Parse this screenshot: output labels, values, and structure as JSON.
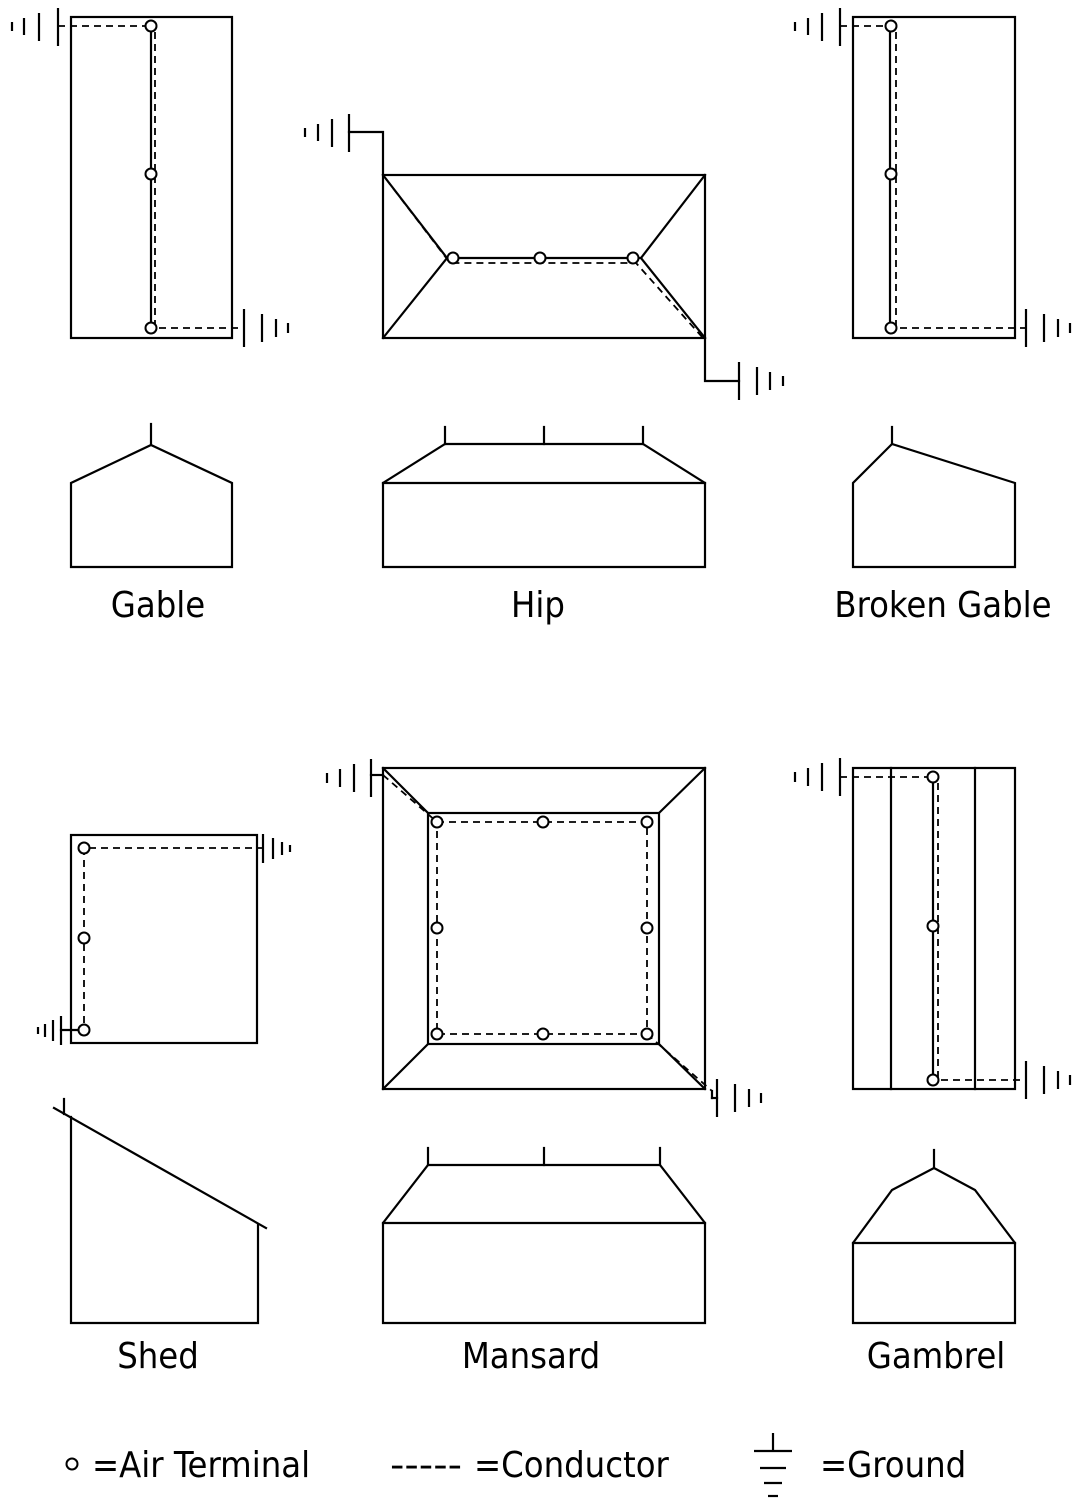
{
  "roof_types": [
    {
      "name": "Gable"
    },
    {
      "name": "Hip"
    },
    {
      "name": "Broken Gable"
    },
    {
      "name": "Shed"
    },
    {
      "name": "Mansard"
    },
    {
      "name": "Gambrel"
    }
  ],
  "legend": {
    "air_terminal": "=Air Terminal",
    "conductor_dashes": "-----",
    "conductor": "=Conductor",
    "ground": "=Ground"
  }
}
